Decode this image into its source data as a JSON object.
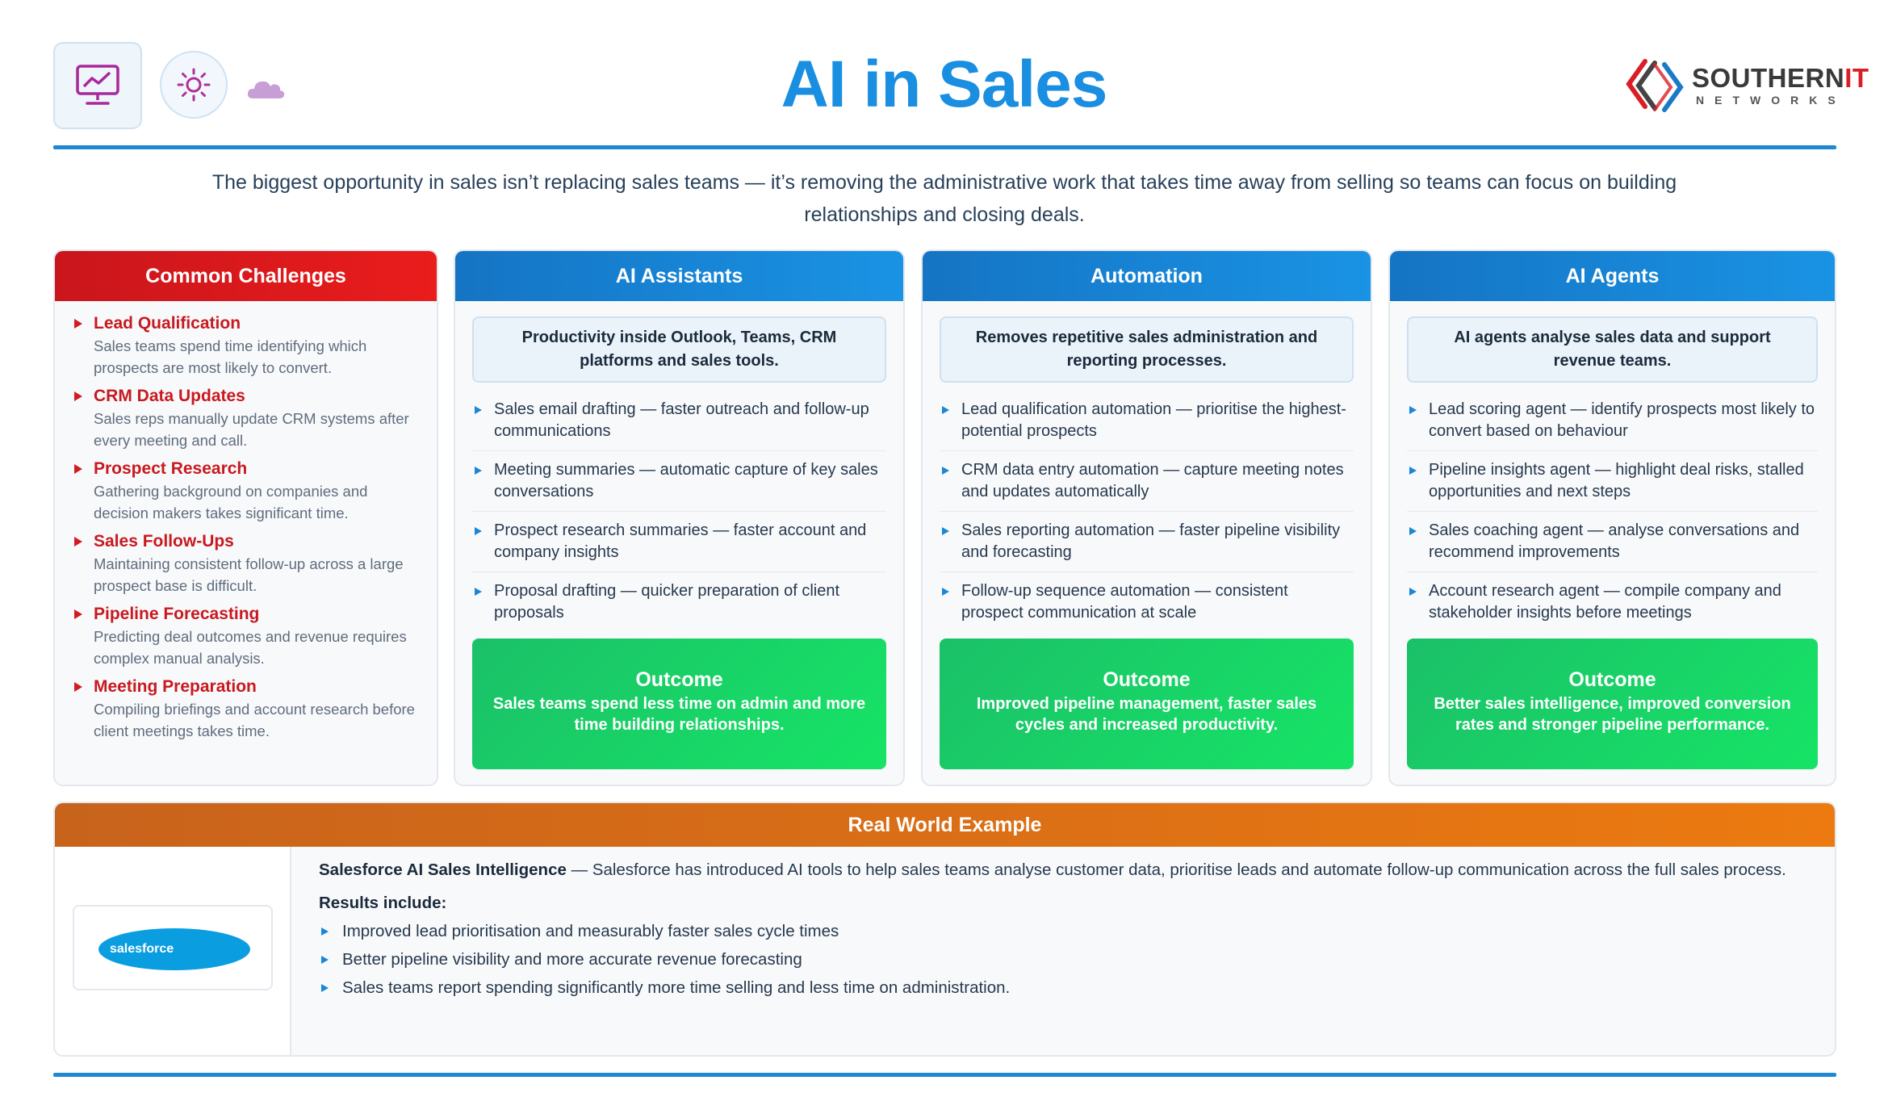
{
  "header": {
    "title": "AI in Sales",
    "icons": [
      "monitor-chart-icon",
      "sun-icon",
      "cloud-icon"
    ],
    "logo": {
      "word": "SOUTHERN",
      "accent": "IT",
      "sub": "NETWORKS"
    }
  },
  "intro": "The biggest opportunity in sales isn’t replacing sales teams — it’s removing the administrative work that takes time away from selling so teams can focus on building relationships and closing deals.",
  "challenges": {
    "title": "Common Challenges",
    "items": [
      {
        "title": "Lead Qualification",
        "desc": "Sales teams spend time identifying which prospects are most likely to convert."
      },
      {
        "title": "CRM Data Updates",
        "desc": "Sales reps manually update CRM systems after every meeting and call."
      },
      {
        "title": "Prospect Research",
        "desc": "Gathering background on companies and decision makers takes significant time."
      },
      {
        "title": "Sales Follow-Ups",
        "desc": "Maintaining consistent follow-up across a large prospect base is difficult."
      },
      {
        "title": "Pipeline Forecasting",
        "desc": "Predicting deal outcomes and revenue requires complex manual analysis."
      },
      {
        "title": "Meeting Preparation",
        "desc": "Compiling briefings and account research before client meetings takes time."
      }
    ]
  },
  "columns": [
    {
      "title": "AI Assistants",
      "summary": "Productivity inside Outlook, Teams, CRM platforms and sales tools.",
      "bullets": [
        "Sales email drafting — faster outreach and follow-up communications",
        "Meeting summaries — automatic capture of key sales conversations",
        "Prospect research summaries — faster account and company insights",
        "Proposal drafting — quicker preparation of client proposals"
      ],
      "outcome_title": "Outcome",
      "outcome_text": "Sales teams spend less time on admin and more time building relationships."
    },
    {
      "title": "Automation",
      "summary": "Removes repetitive sales administration and reporting processes.",
      "bullets": [
        "Lead qualification automation — prioritise the highest-potential prospects",
        "CRM data entry automation — capture meeting notes and updates automatically",
        "Sales reporting automation — faster pipeline visibility and forecasting",
        "Follow-up sequence automation — consistent prospect communication at scale"
      ],
      "outcome_title": "Outcome",
      "outcome_text": "Improved pipeline management, faster sales cycles and increased productivity."
    },
    {
      "title": "AI Agents",
      "summary": "AI agents analyse sales data and support revenue teams.",
      "bullets": [
        "Lead scoring agent — identify prospects most likely to convert based on behaviour",
        "Pipeline insights agent — highlight deal risks, stalled opportunities and next steps",
        "Sales coaching agent — analyse conversations and recommend improvements",
        "Account research agent — compile company and stakeholder insights before meetings"
      ],
      "outcome_title": "Outcome",
      "outcome_text": "Better sales intelligence, improved conversion rates and stronger pipeline performance."
    }
  ],
  "example": {
    "title": "Real World Example",
    "logo_text": "salesforce",
    "lead_bold": "Salesforce AI Sales Intelligence",
    "lead_text": " — Salesforce has introduced AI tools to help sales teams analyse customer data, prioritise leads and automate follow-up communication across the full sales process.",
    "results_label": "Results include:",
    "results": [
      "Improved lead prioritisation and measurably faster sales cycle times",
      "Better pipeline visibility and more accurate revenue forecasting",
      "Sales teams report spending significantly more time selling and less time on administration."
    ]
  },
  "colors": {
    "title_blue": "#1a8ee0",
    "challenge_red": "#d21c22",
    "header_blue": "#1a93e4",
    "outcome_green": "#16e466",
    "example_orange": "#ec7a10"
  }
}
